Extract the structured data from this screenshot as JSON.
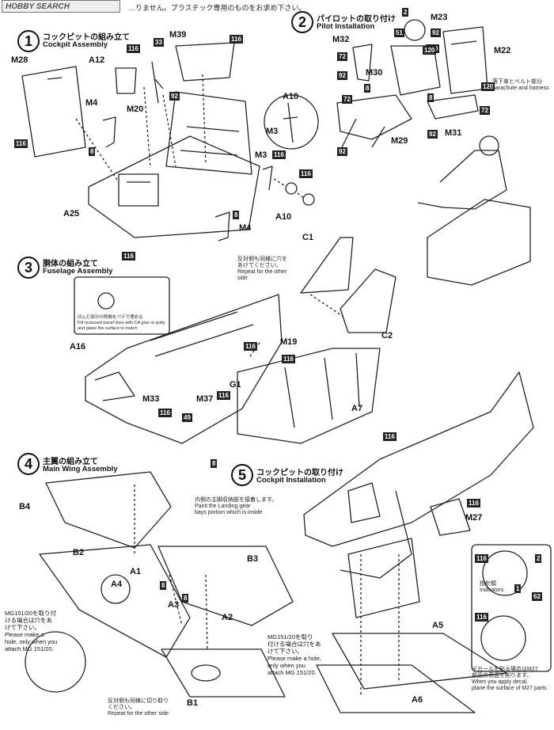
{
  "header": {
    "logo": "HOBBY SEARCH",
    "banner": "…りません。プラスチック専用のものをお求め下さい。"
  },
  "steps": [
    {
      "num": "1",
      "jp": "コックピットの組み立て",
      "en": "Cockpit Assembly"
    },
    {
      "num": "2",
      "jp": "パイロットの取り付け",
      "en": "Pilot Installation"
    },
    {
      "num": "3",
      "jp": "胴体の組み立て",
      "en": "Fuselage Assembly"
    },
    {
      "num": "4",
      "jp": "主翼の組み立て",
      "en": "Main Wing Assembly"
    },
    {
      "num": "5",
      "jp": "コックピットの取り付け",
      "en": "Cockpit Installation"
    }
  ],
  "parts": {
    "M28": "M28",
    "A12": "A12",
    "M39": "M39",
    "M4a": "M4",
    "M20": "M20",
    "A25": "A25",
    "M4b": "M4",
    "A10a": "A10",
    "M3a": "M3",
    "M3b": "M3",
    "A10b": "A10",
    "M23": "M23",
    "M32": "M32",
    "M22": "M22",
    "M30": "M30",
    "M29": "M29",
    "M31": "M31",
    "C1": "C1",
    "C2": "C2",
    "A16": "A16",
    "M19": "M19",
    "G1": "G1",
    "M33": "M33",
    "M37": "M37",
    "A7": "A7",
    "B4": "B4",
    "B2": "B2",
    "A1": "A1",
    "A4": "A4",
    "B3": "B3",
    "A3": "A3",
    "A2": "A2",
    "B1": "B1",
    "M27": "M27",
    "A5": "A5",
    "A6": "A6"
  },
  "color_codes": [
    "116",
    "33",
    "92",
    "8",
    "72",
    "2",
    "51",
    "120",
    "62",
    "49",
    "1"
  ],
  "notes": {
    "parachute": "落下傘とベルト部分\nparachute and harness",
    "other_side": "反対側も同様に穴を\nあけてください。\nRepeat for the other\nside",
    "recessed": "凹んだ部分の隙間をパテで埋める\nFill recessed panel lines with CA glue or putty\nand plane the surface to match",
    "landing_gear": "内側の主脚収納部を接着します。\nPaint the Landing gear\nbays portion which is inside",
    "mg_left": "MG151/20を取り付\nける場合は穴をあ\nけて下さい。\nPlease make a\nhole, only when you\nattach MG 151/20.",
    "mg_right": "MG151/20を取り\n付ける場合は穴をあ\nけて下さい。\nPlease make a hole,\nonly when you\nattach MG 151/20.",
    "repeat_bottom": "反対側も同様に切り取り\nください。\nRepeat for the other side",
    "indicator": "指針類\nIndicators",
    "decal": "デカールを貼る場合はM27\n部品の表面を削ります。\nWhen you apply decal,\nplane the surface of M27 parts."
  }
}
